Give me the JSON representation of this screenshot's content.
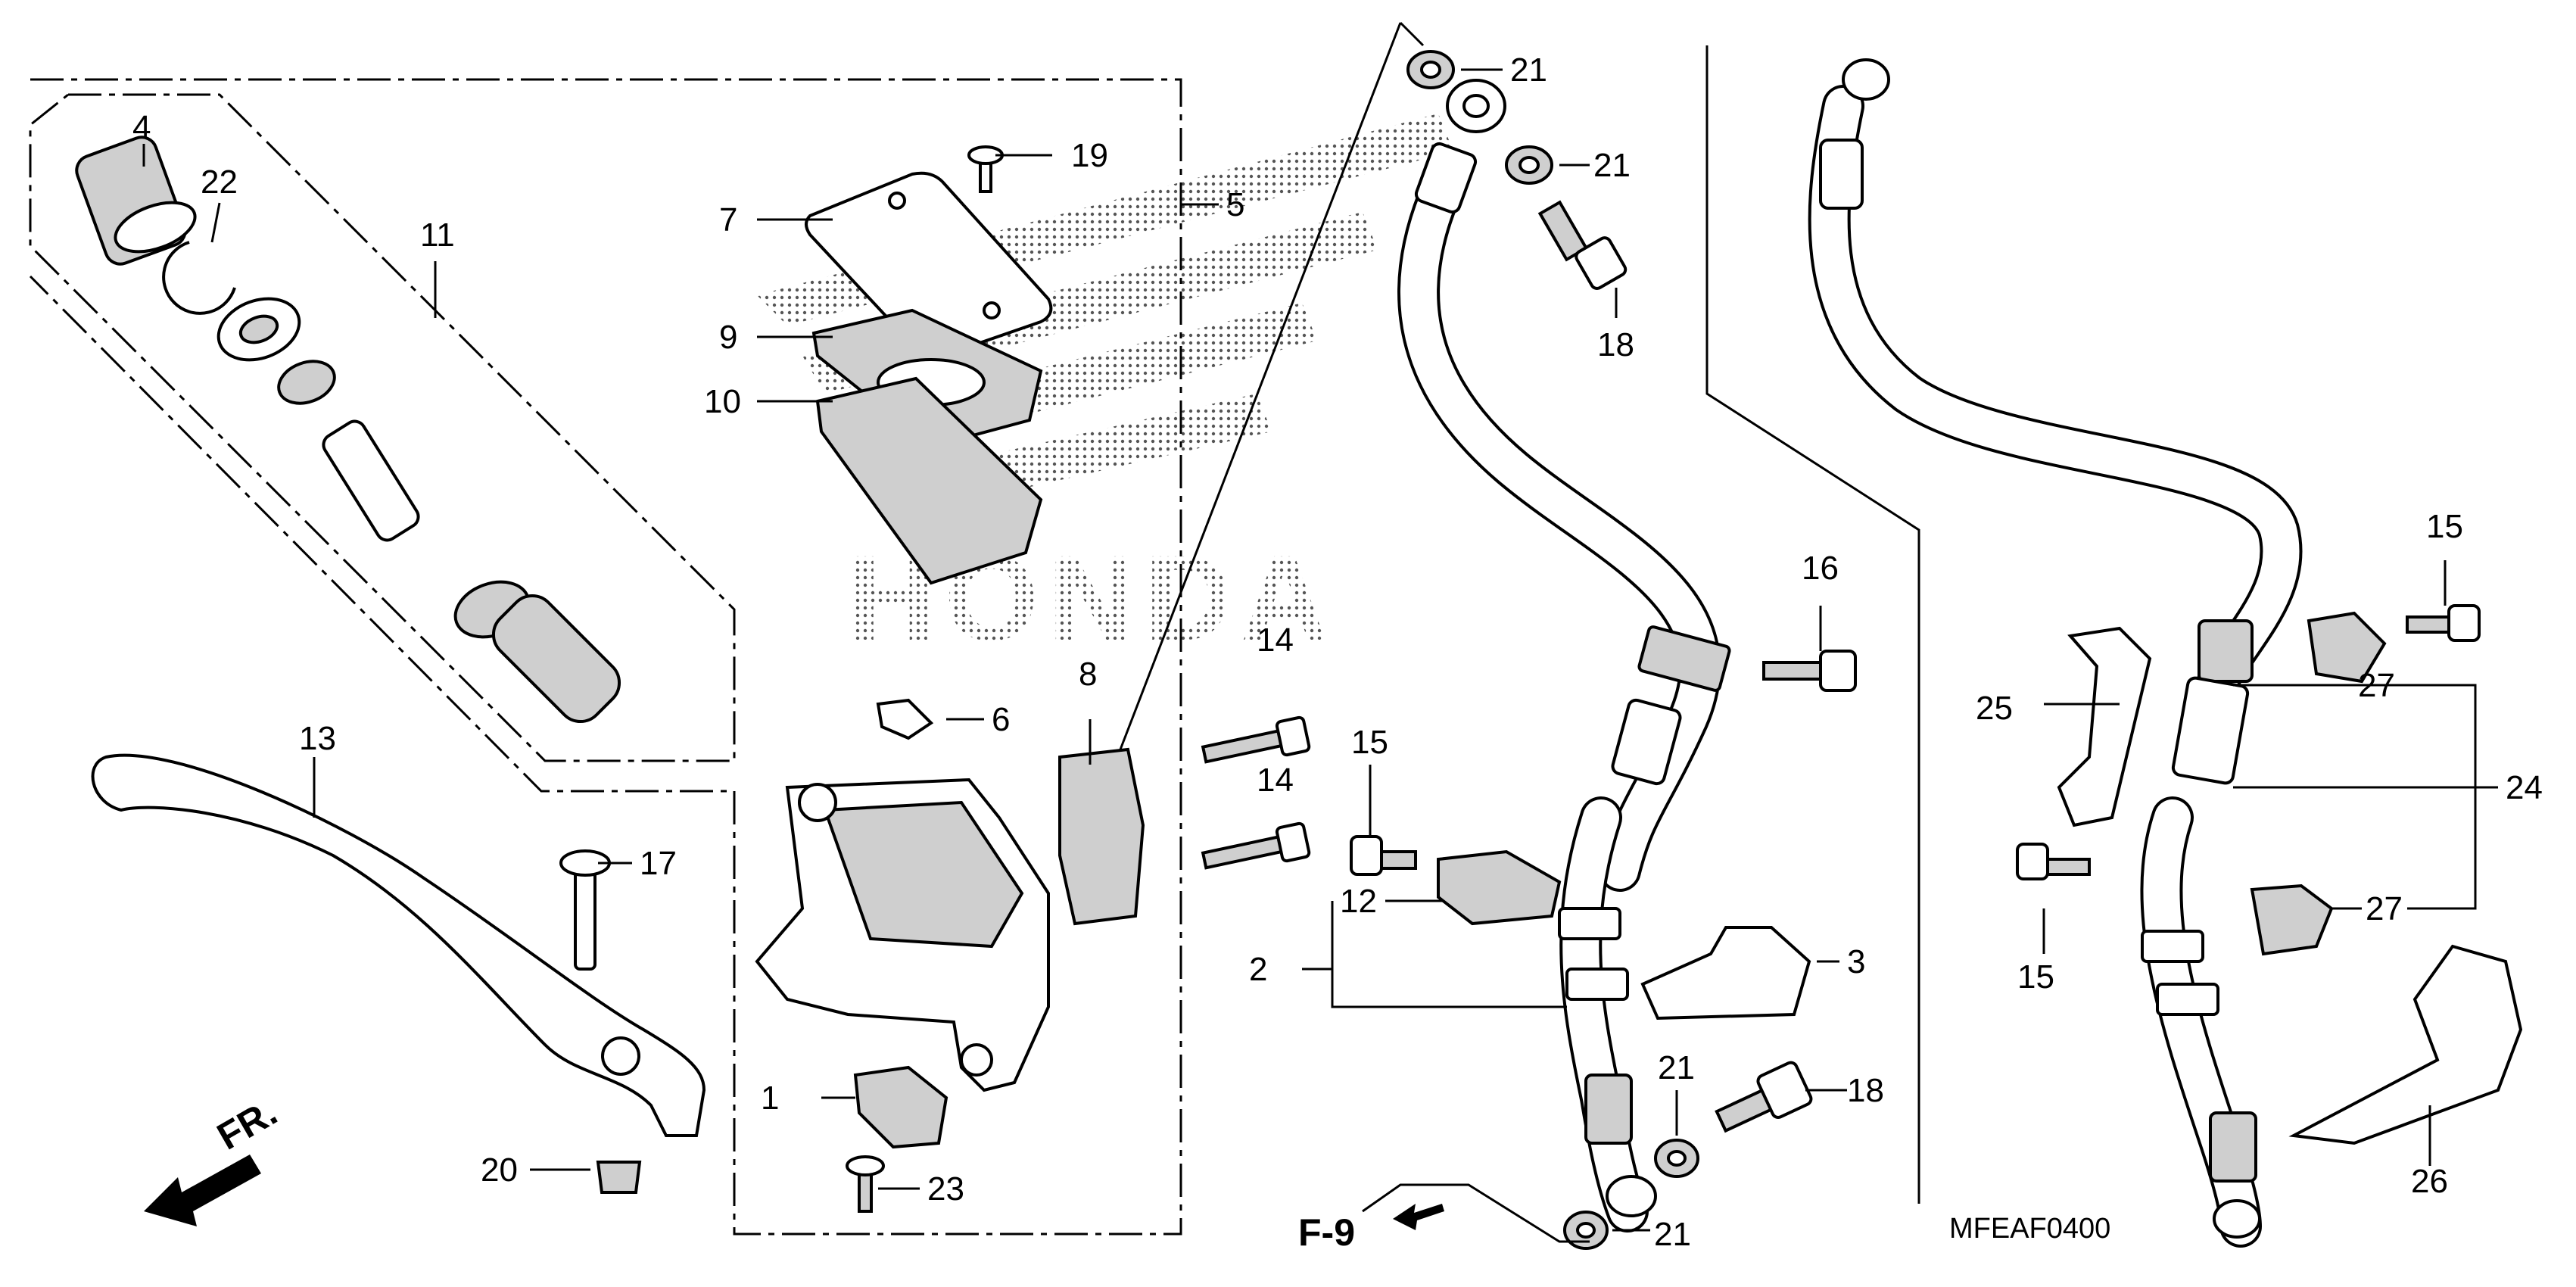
{
  "diagram": {
    "labels": [
      {
        "id": "p1",
        "text": "1"
      },
      {
        "id": "p2",
        "text": "2"
      },
      {
        "id": "p3",
        "text": "3"
      },
      {
        "id": "p4",
        "text": "4"
      },
      {
        "id": "p5",
        "text": "5"
      },
      {
        "id": "p6",
        "text": "6"
      },
      {
        "id": "p7",
        "text": "7"
      },
      {
        "id": "p8",
        "text": "8"
      },
      {
        "id": "p9",
        "text": "9"
      },
      {
        "id": "p10",
        "text": "10"
      },
      {
        "id": "p11",
        "text": "11"
      },
      {
        "id": "p12",
        "text": "12"
      },
      {
        "id": "p13",
        "text": "13"
      },
      {
        "id": "p14a",
        "text": "14"
      },
      {
        "id": "p14b",
        "text": "14"
      },
      {
        "id": "p15a",
        "text": "15"
      },
      {
        "id": "p15b",
        "text": "15"
      },
      {
        "id": "p15c",
        "text": "15"
      },
      {
        "id": "p16",
        "text": "16"
      },
      {
        "id": "p17",
        "text": "17"
      },
      {
        "id": "p18a",
        "text": "18"
      },
      {
        "id": "p18b",
        "text": "18"
      },
      {
        "id": "p19",
        "text": "19"
      },
      {
        "id": "p20",
        "text": "20"
      },
      {
        "id": "p21a",
        "text": "21"
      },
      {
        "id": "p21b",
        "text": "21"
      },
      {
        "id": "p21c",
        "text": "21"
      },
      {
        "id": "p21d",
        "text": "21"
      },
      {
        "id": "p22",
        "text": "22"
      },
      {
        "id": "p23",
        "text": "23"
      },
      {
        "id": "p24",
        "text": "24"
      },
      {
        "id": "p25",
        "text": "25"
      },
      {
        "id": "p26",
        "text": "26"
      },
      {
        "id": "p27a",
        "text": "27"
      },
      {
        "id": "p27b",
        "text": "27"
      }
    ],
    "watermark": "HONDA",
    "ref_label": "F-9",
    "front_label": "FR.",
    "diagram_code": "MFEAF0400"
  }
}
